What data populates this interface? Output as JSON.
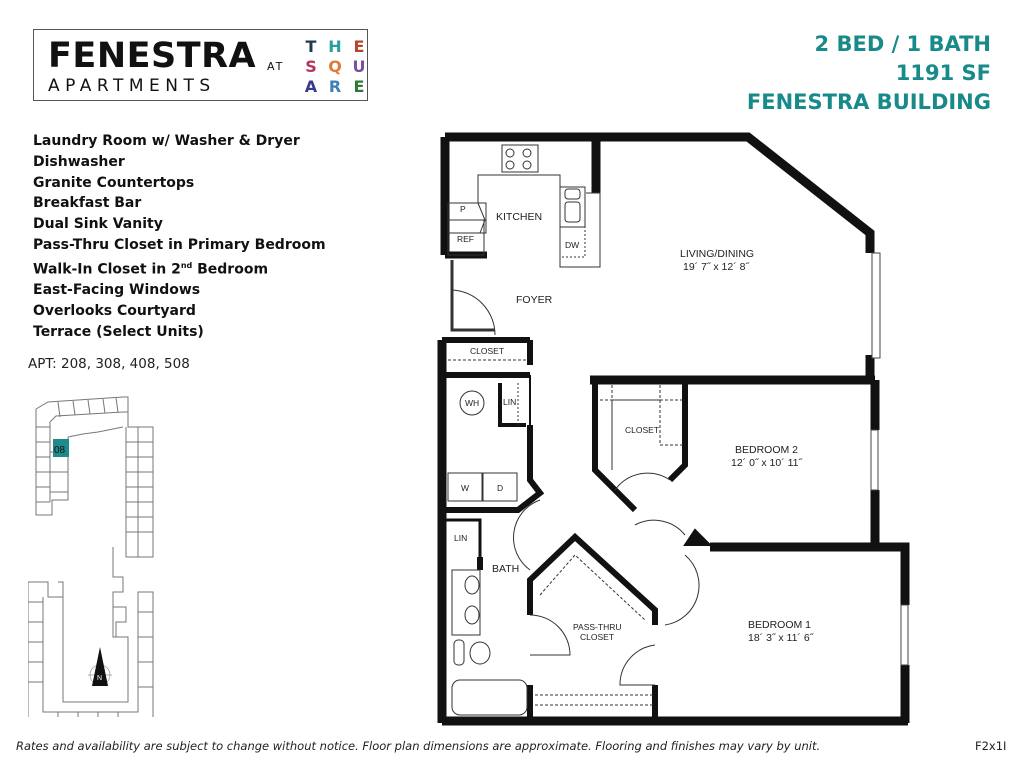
{
  "logo": {
    "name": "FENESTRA",
    "subtitle": "APARTMENTS",
    "at": "AT",
    "square_letters": [
      {
        "char": "T",
        "color": "#1f3a4d"
      },
      {
        "char": "H",
        "color": "#2a9d9d"
      },
      {
        "char": "E",
        "color": "#b8442e"
      },
      {
        "char": "S",
        "color": "#b5345f"
      },
      {
        "char": "Q",
        "color": "#e07a3a"
      },
      {
        "char": "U",
        "color": "#7a4fa0"
      },
      {
        "char": "A",
        "color": "#3a3a8c"
      },
      {
        "char": "R",
        "color": "#3f7fb8"
      },
      {
        "char": "E",
        "color": "#2f7a3a"
      }
    ]
  },
  "header": {
    "unit_type": "2 BED / 1 BATH",
    "square_feet": "1191 SF",
    "building": "FENESTRA BUILDING",
    "accent_color": "#188a8a"
  },
  "features": [
    "Laundry Room w/ Washer & Dryer",
    "Dishwasher",
    "Granite Countertops",
    "Breakfast Bar",
    "Dual Sink Vanity",
    "Pass-Thru Closet in Primary Bedroom",
    "Walk-In Closet in 2",
    "East-Facing Windows",
    "Overlooks Courtyard",
    "Terrace (Select Units)"
  ],
  "feature_7": {
    "prefix": "Walk-In Closet in 2",
    "sup": "nd",
    "suffix": " Bedroom"
  },
  "apartments": "APT: 208, 308, 408, 508",
  "site_plan": {
    "highlight_label": "08",
    "highlight_color": "#1f8a8a",
    "north_label": "N"
  },
  "floor_plan": {
    "rooms": {
      "kitchen": "KITCHEN",
      "foyer": "FOYER",
      "living": "LIVING/DINING",
      "living_dims": "19´ 7˝ x 12´ 8˝",
      "closet_foyer": "CLOSET",
      "closet_bed2": "CLOSET",
      "bedroom2": "BEDROOM 2",
      "bedroom2_dims": "12´ 0˝ x 10´ 11˝",
      "bath": "BATH",
      "pass_thru": "PASS-THRU",
      "pass_thru2": "CLOSET",
      "bedroom1": "BEDROOM 1",
      "bedroom1_dims": "18´ 3˝ x 11´ 6˝"
    },
    "fixtures": {
      "pantry": "P",
      "fridge": "REF",
      "dishwasher": "DW",
      "water_heater": "WH",
      "linen1": "LIN",
      "linen2": "LIN",
      "washer": "W",
      "dryer": "D"
    }
  },
  "footer": {
    "disclaimer": "Rates and availability are subject to change without notice. Floor plan dimensions are approximate. Flooring and finishes may vary by unit.",
    "plan_code": "F2x1I"
  }
}
